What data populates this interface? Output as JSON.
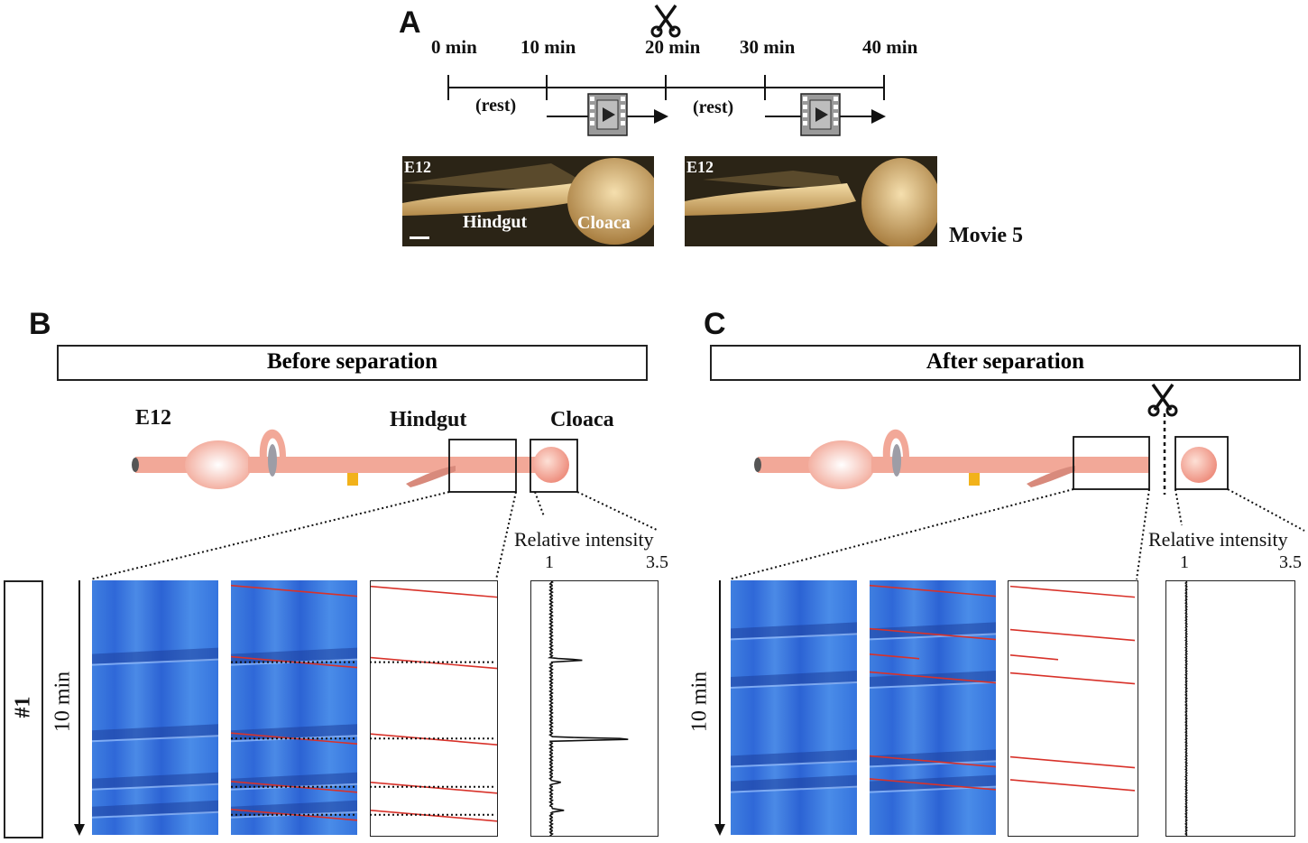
{
  "panelA": {
    "letter": "A",
    "times": [
      "0 min",
      "10 min",
      "20 min",
      "30 min",
      "40 min"
    ],
    "rest_labels": [
      "(rest)",
      "(rest)"
    ],
    "photo1": {
      "stage": "E12",
      "hindgut": "Hindgut",
      "cloaca": "Cloaca"
    },
    "photo2": {
      "stage": "E12"
    },
    "movie": "Movie 5"
  },
  "panelB": {
    "letter": "B",
    "banner": "Before separation",
    "stage": "E12",
    "hindgut": "Hindgut",
    "cloaca": "Cloaca",
    "intensity_label": "Relative intensity",
    "axis_min": "1",
    "axis_max": "3.5",
    "duration": "10 min",
    "sample": "#1",
    "wave_fraction_y": [
      0.02,
      0.3,
      0.6,
      0.79,
      0.9
    ],
    "red_lines": [
      [
        0.0,
        0.02
      ],
      [
        0.0,
        0.3
      ],
      [
        0.0,
        0.6
      ],
      [
        0.0,
        0.79
      ],
      [
        0.0,
        0.9
      ]
    ],
    "peaks": [
      [
        0.31,
        1.8
      ],
      [
        0.62,
        3.2
      ],
      [
        0.79,
        1.25
      ],
      [
        0.9,
        1.3
      ]
    ]
  },
  "panelC": {
    "letter": "C",
    "banner": "After separation",
    "intensity_label": "Relative intensity",
    "axis_min": "1",
    "axis_max": "3.5",
    "duration": "10 min",
    "red_lines": [
      [
        0.0,
        0.02
      ],
      [
        0.0,
        0.17
      ],
      [
        0.0,
        0.29
      ],
      [
        0.0,
        0.36
      ],
      [
        0.0,
        0.68
      ],
      [
        0.0,
        0.78
      ]
    ]
  },
  "colors": {
    "gut": "#f2a898",
    "red_line": "#d8322a",
    "kymo_blue": "#2f68d8",
    "photo_bg": "#2a2314",
    "photo_tissue": "#e2c48a"
  },
  "icons": [
    "scissors-icon",
    "film-icon",
    "arrow-right-icon"
  ]
}
